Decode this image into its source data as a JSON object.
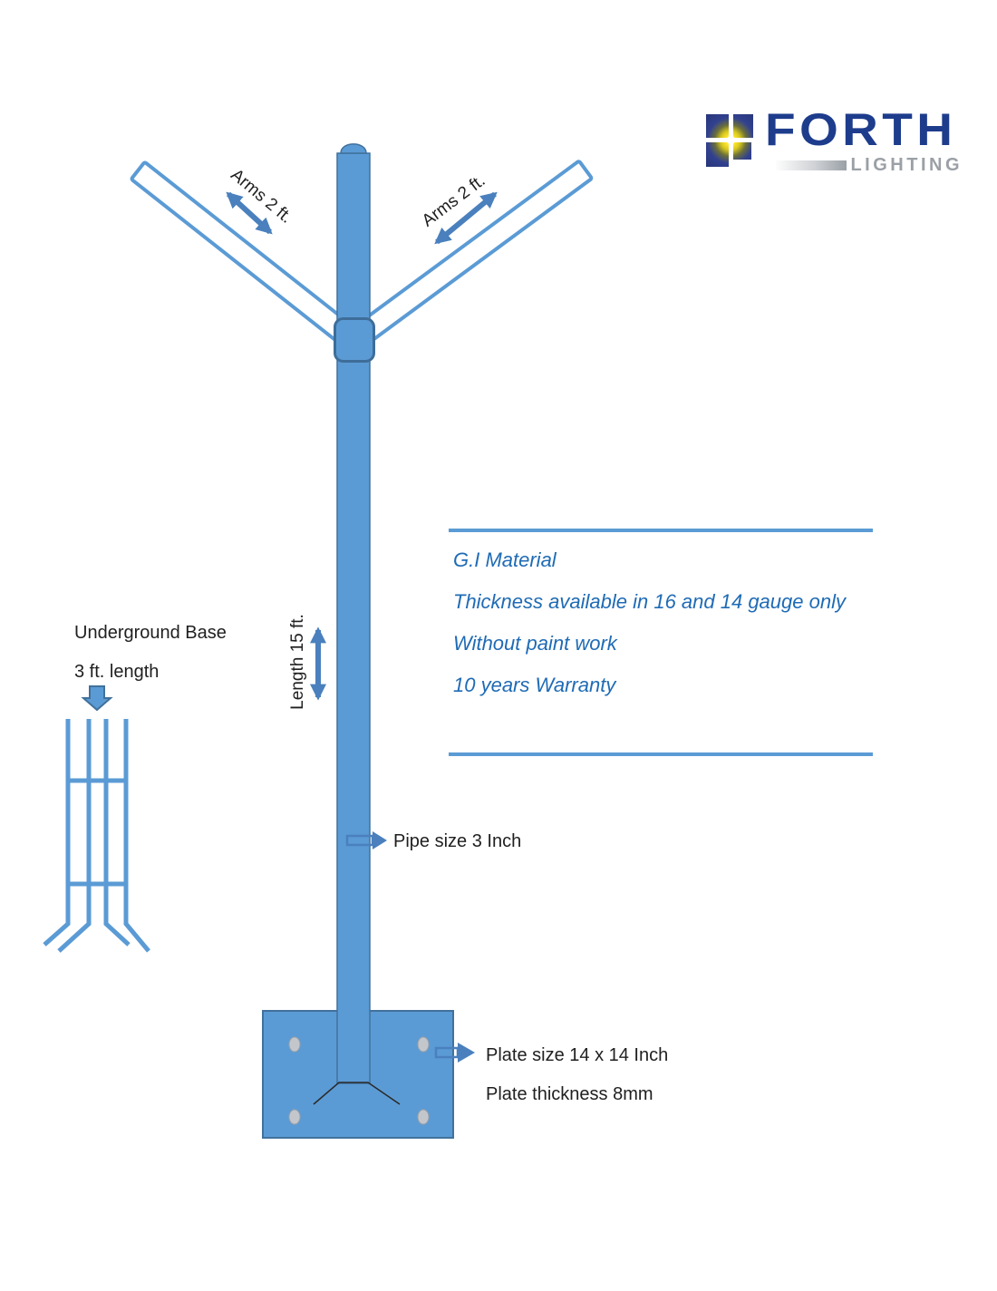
{
  "logo": {
    "brand": "FORTH",
    "subtitle": "LIGHTING"
  },
  "pole": {
    "arm_left_label": "Arms 2 ft.",
    "arm_right_label": "Arms 2 ft.",
    "length_label": "Length 15 ft.",
    "pipe_label": "Pipe size 3 Inch"
  },
  "underground": {
    "title": "Underground Base",
    "length": "3 ft. length"
  },
  "plate": {
    "size_label": "Plate size 14 x 14 Inch",
    "thickness_label": "Plate thickness 8mm"
  },
  "specs": {
    "lines": [
      "G.I Material",
      "Thickness available in 16 and 14 gauge only",
      "Without paint work",
      "10 years Warranty"
    ]
  },
  "colors": {
    "pole_blue": "#5B9BD5",
    "edge_blue": "#41719C",
    "arrow_blue": "#4A80BD",
    "spec_text_blue": "#1F6BB5",
    "rule_blue": "#5B9BD5",
    "logo_navy": "#1D3C8C",
    "logo_gray": "#9BA0A6",
    "label_black": "#1F1F1F"
  }
}
